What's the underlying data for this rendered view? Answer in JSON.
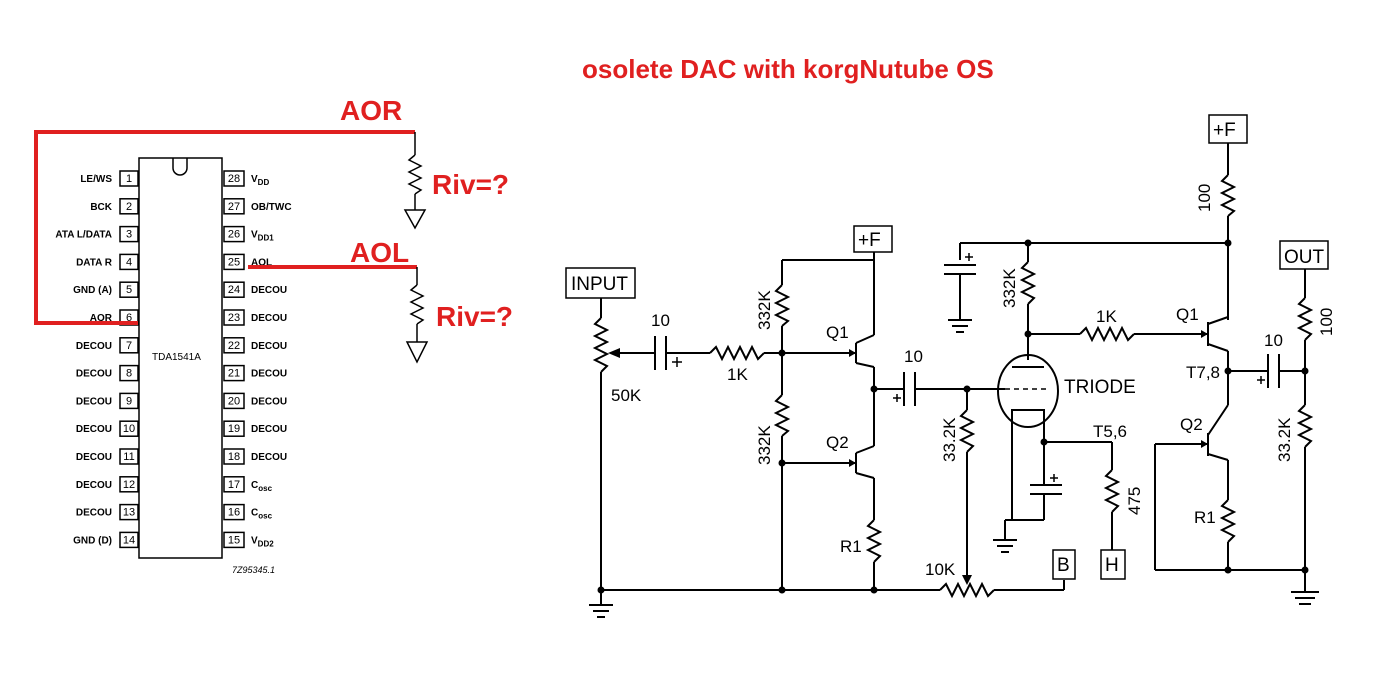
{
  "title": "osolete DAC with korgNutube OS",
  "ic": {
    "name": "TDA1541A",
    "code": "7Z95345.1",
    "left_pins": [
      {
        "n": "1",
        "label": "LE/WS"
      },
      {
        "n": "2",
        "label": "BCK"
      },
      {
        "n": "3",
        "label": "ATA L/DATA"
      },
      {
        "n": "4",
        "label": "DATA R"
      },
      {
        "n": "5",
        "label": "GND (A)"
      },
      {
        "n": "6",
        "label": "AOR"
      },
      {
        "n": "7",
        "label": "DECOU"
      },
      {
        "n": "8",
        "label": "DECOU"
      },
      {
        "n": "9",
        "label": "DECOU"
      },
      {
        "n": "10",
        "label": "DECOU"
      },
      {
        "n": "11",
        "label": "DECOU"
      },
      {
        "n": "12",
        "label": "DECOU"
      },
      {
        "n": "13",
        "label": "DECOU"
      },
      {
        "n": "14",
        "label": "GND (D)"
      }
    ],
    "right_pins": [
      {
        "n": "28",
        "label": "V",
        "sub": "DD"
      },
      {
        "n": "27",
        "label": "OB/TWC",
        "sub": ""
      },
      {
        "n": "26",
        "label": "V",
        "sub": "DD1"
      },
      {
        "n": "25",
        "label": "AOL",
        "sub": ""
      },
      {
        "n": "24",
        "label": "DECOU",
        "sub": ""
      },
      {
        "n": "23",
        "label": "DECOU",
        "sub": ""
      },
      {
        "n": "22",
        "label": "DECOU",
        "sub": ""
      },
      {
        "n": "21",
        "label": "DECOU",
        "sub": ""
      },
      {
        "n": "20",
        "label": "DECOU",
        "sub": ""
      },
      {
        "n": "19",
        "label": "DECOU",
        "sub": ""
      },
      {
        "n": "18",
        "label": "DECOU",
        "sub": ""
      },
      {
        "n": "17",
        "label": "C",
        "sub": "osc"
      },
      {
        "n": "16",
        "label": "C",
        "sub": "osc"
      },
      {
        "n": "15",
        "label": "V",
        "sub": "DD2"
      }
    ]
  },
  "annotations": {
    "aor": "AOR",
    "aol": "AOL",
    "riv_top": "Riv=?",
    "riv_bottom": "Riv=?"
  },
  "circuit": {
    "input": "INPUT",
    "pot_in": "50K",
    "cap_in": "10",
    "r_in": "1K",
    "supply_1": "+F",
    "supply_2": "+F",
    "r_332k_a": "332K",
    "r_332k_b": "332K",
    "r_332k_c": "332K",
    "q1_a": "Q1",
    "q2_a": "Q2",
    "cap_mid": "10",
    "r_33k_a": "33.2K",
    "r1_a": "R1",
    "pot_10k": "10K",
    "label_b": "B",
    "label_h": "H",
    "triode": "TRIODE",
    "t56": "T5,6",
    "r_475": "475",
    "r_100_top": "100",
    "r_1k_b": "1K",
    "q1_b": "Q1",
    "t78": "T7,8",
    "q2_b": "Q2",
    "r1_b": "R1",
    "out": "OUT",
    "r_100_out": "100",
    "cap_out": "10",
    "r_33k_b": "33.2K"
  }
}
